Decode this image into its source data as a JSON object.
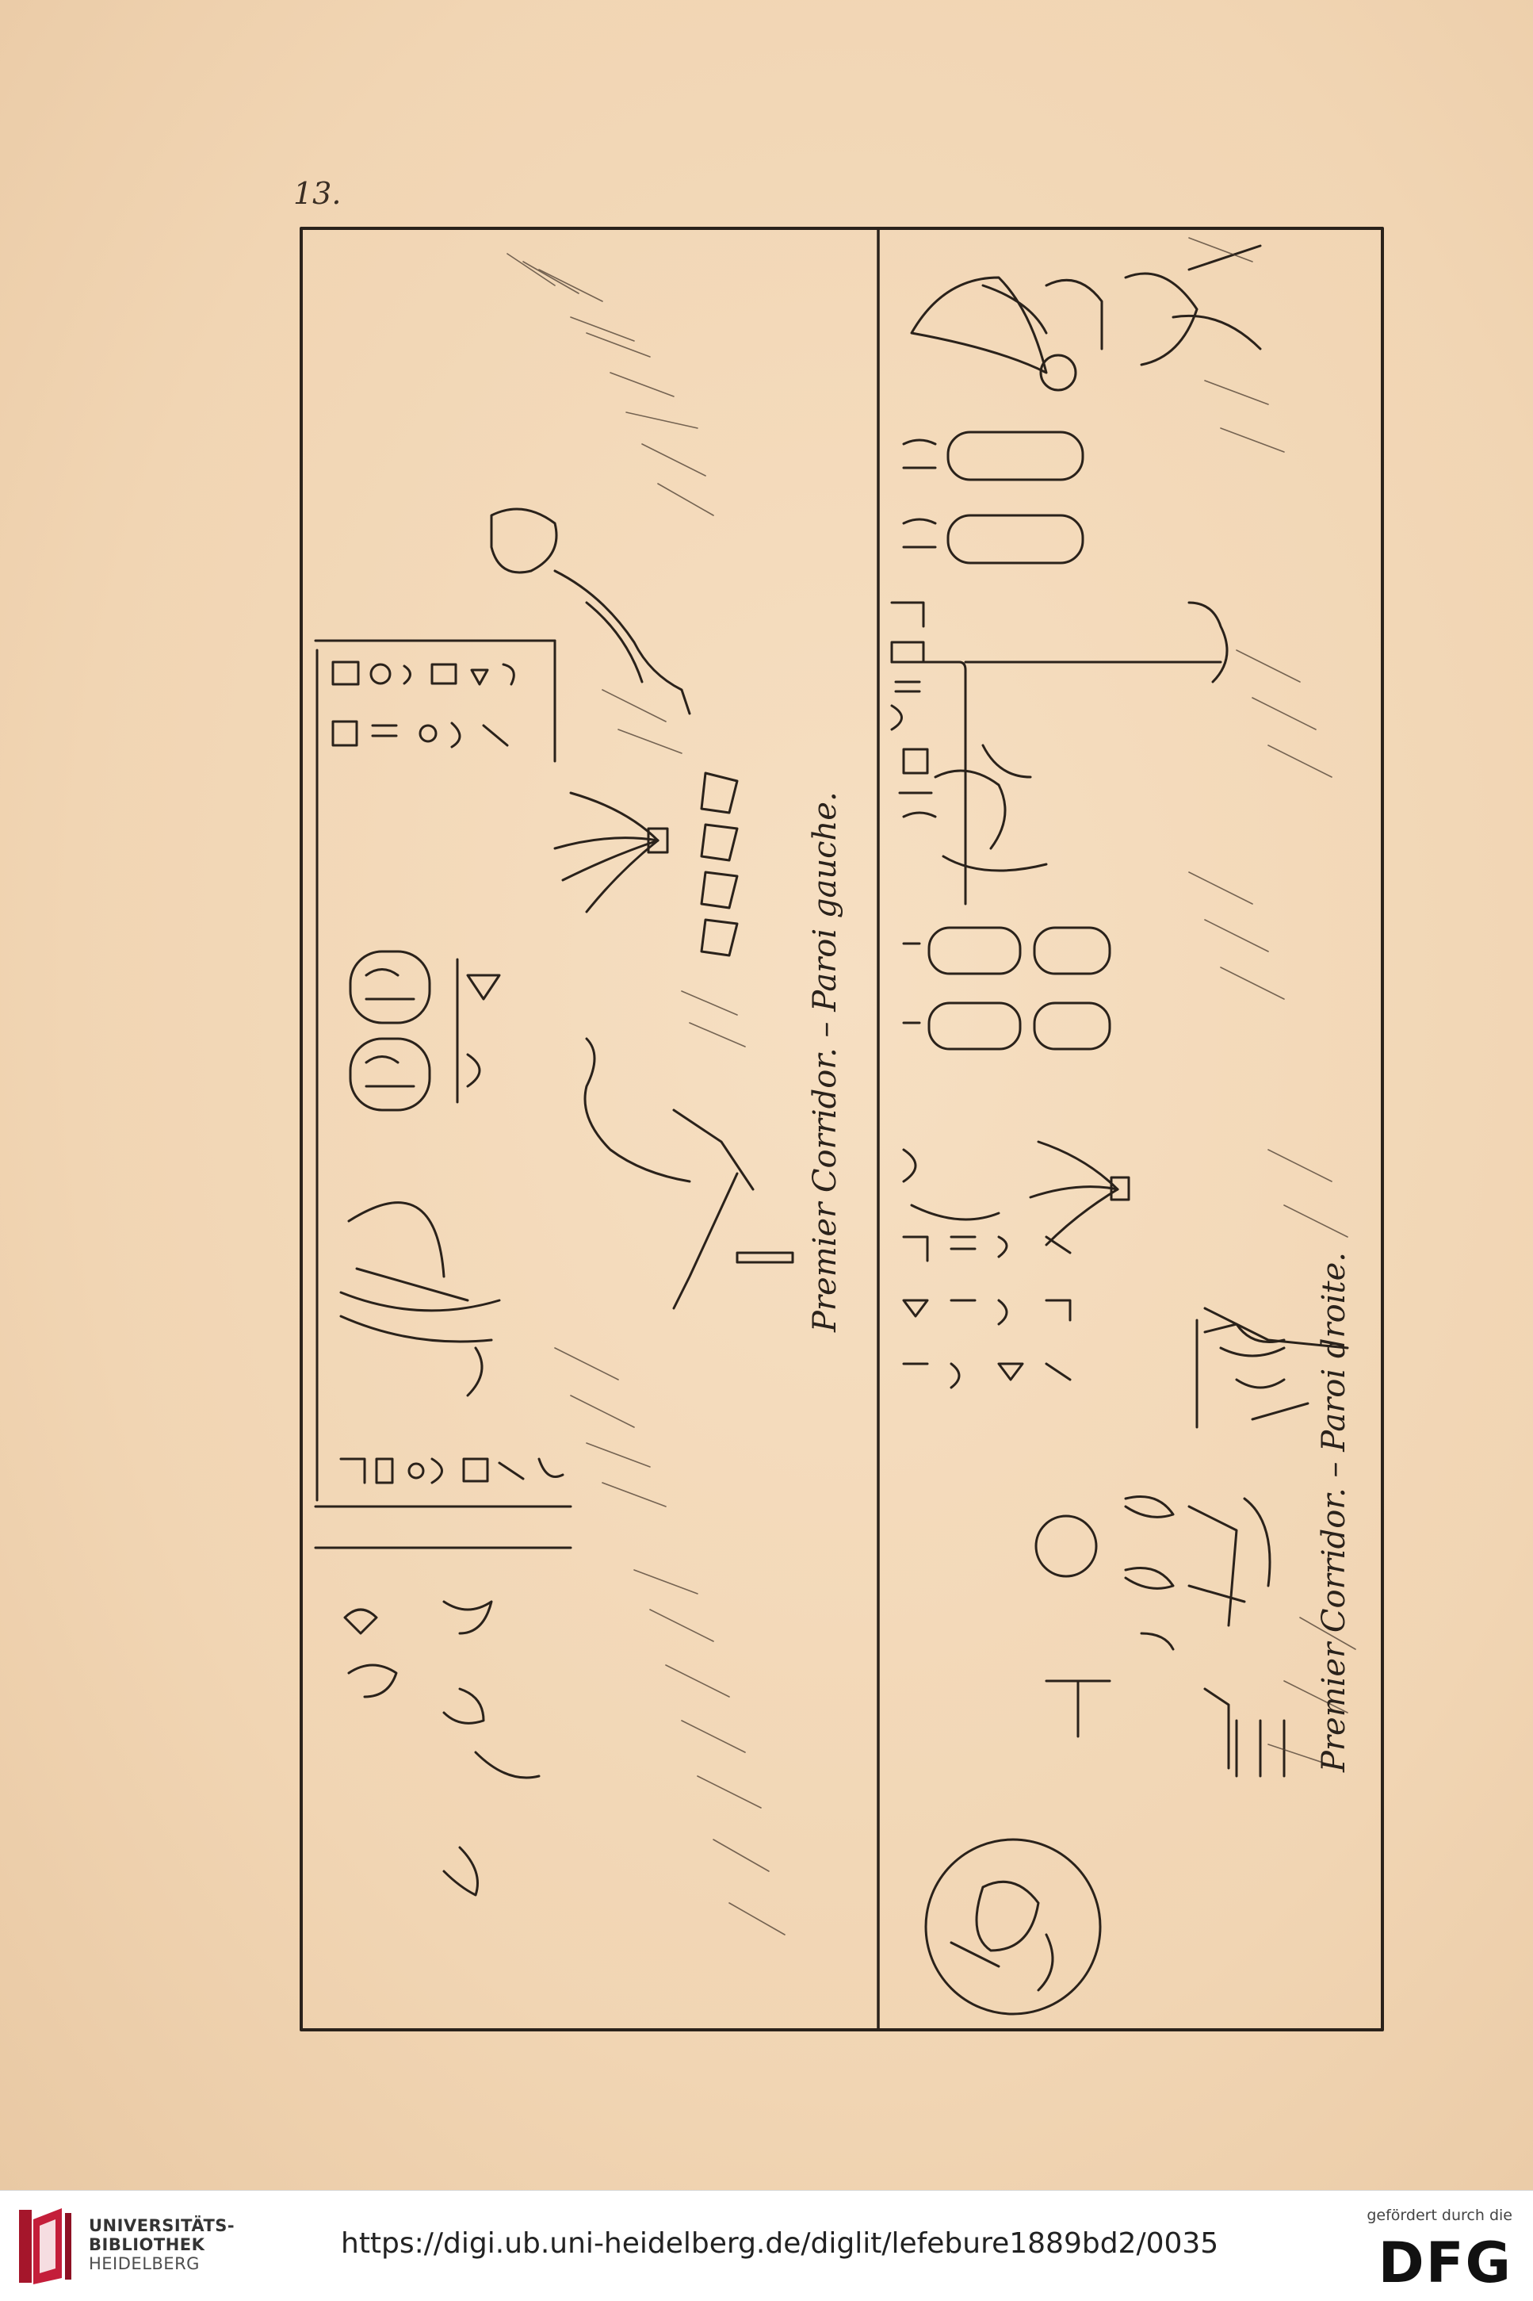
{
  "page": {
    "page_number": "13."
  },
  "plate": {
    "caption_left": "Premier Corridor. – Paroi gauche.",
    "caption_right": "Premier Corridor. – Paroi droite."
  },
  "footer": {
    "library_line1": "UNIVERSITÄTS-",
    "library_line2": "BIBLIOTHEK",
    "library_line3": "HEIDELBERG",
    "url": "https://digi.ub.uni-heidelberg.de/diglit/lefebure1889bd2/0035",
    "funding_label": "gefördert durch die",
    "funder_logo": "DFG"
  },
  "colors": {
    "paper": "#f3d9b9",
    "ink": "#2a221b",
    "library_red": "#a5162b"
  },
  "icons": [
    "hieroglyph-drawing",
    "library-logo-icon",
    "dfg-logo"
  ]
}
